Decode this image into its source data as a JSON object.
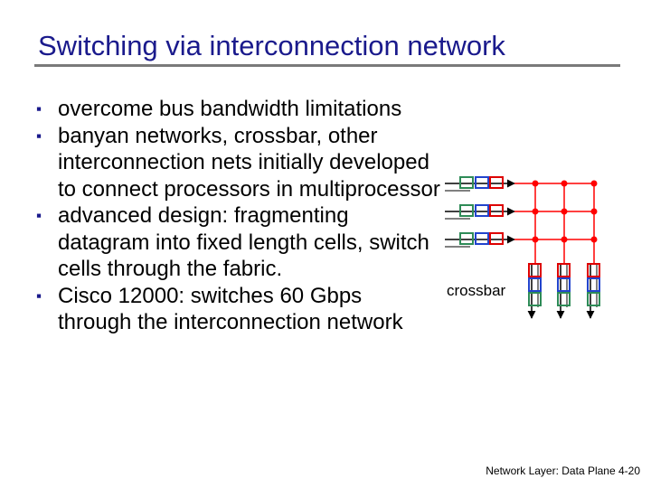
{
  "title": "Switching via interconnection network",
  "bullets": [
    "overcome  bus bandwidth limitations",
    "banyan networks, crossbar, other interconnection nets initially developed to connect processors in multiprocessor",
    "advanced design: fragmenting datagram into fixed length cells, switch cells through the fabric.",
    "Cisco 12000: switches 60 Gbps through the interconnection network"
  ],
  "bullet_icon": "square-bullet-icon",
  "diagram": {
    "label": "crossbar",
    "colors": {
      "grid": "#ff0000",
      "cell_green": "#2e8b57",
      "cell_blue": "#2244cc",
      "cell_red": "#dd0000",
      "wire": "#000000"
    }
  },
  "footer": "Network Layer: Data Plane 4-20"
}
